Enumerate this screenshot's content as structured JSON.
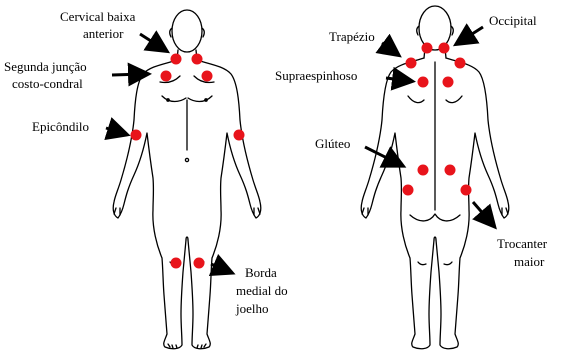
{
  "labels": {
    "cervical_1": "Cervical baixa",
    "cervical_2": "anterior",
    "costo_1": "Segunda junção",
    "costo_2": "costo-condral",
    "epicondilo": "Epicôndilo",
    "joelho_1": "Borda",
    "joelho_2": "medial do",
    "joelho_3": "joelho",
    "trapezio": "Trapézio",
    "occipital": "Occipital",
    "supraespinhoso": "Supraespinhoso",
    "gluteo": "Glúteo",
    "trocanter_1": "Trocanter",
    "trocanter_2": "maior"
  },
  "colors": {
    "tender_point": "#e8141b",
    "outline": "#000000",
    "arrow": "#000000"
  }
}
